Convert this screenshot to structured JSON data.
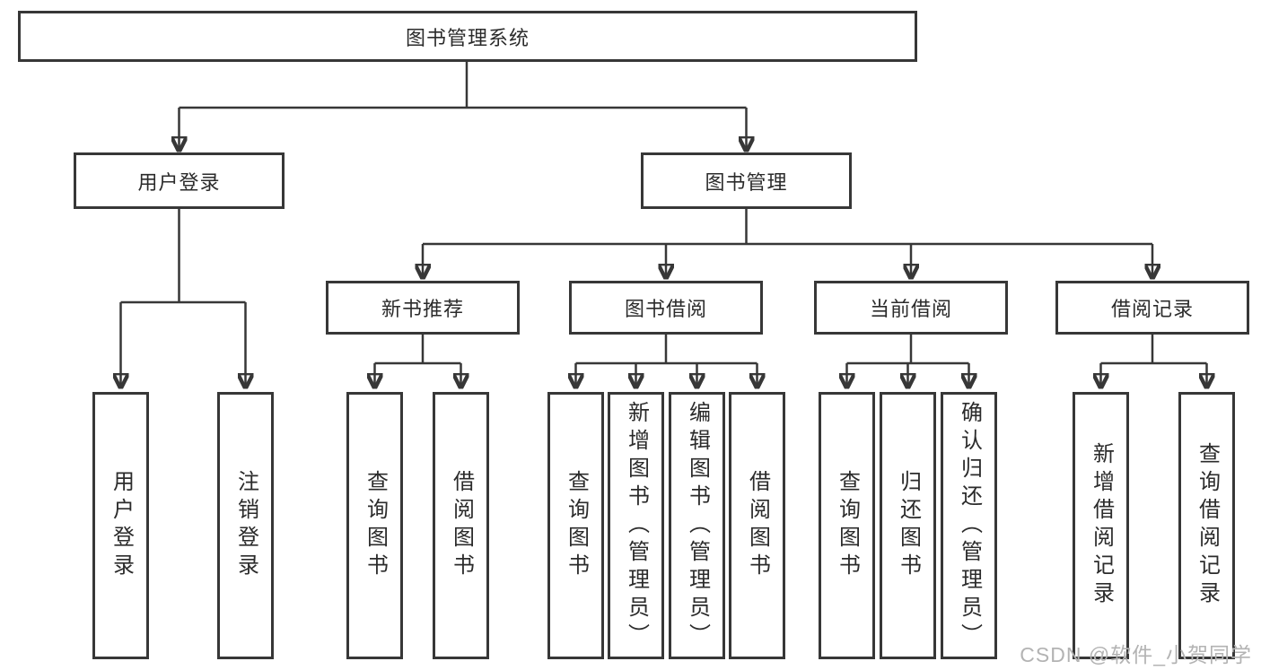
{
  "diagram_type": "feature-tree",
  "colors": {
    "line": "#373737",
    "box_border": "#373737",
    "box_fill": "#ffffff",
    "text": "#2b2b2b",
    "watermark": "#b3b3b3",
    "background": "#ffffff"
  },
  "tree": {
    "label": "图书管理系统",
    "children": [
      {
        "label": "用户登录",
        "children": [
          {
            "label": "用户登录"
          },
          {
            "label": "注销登录"
          }
        ]
      },
      {
        "label": "图书管理",
        "children": [
          {
            "label": "新书推荐",
            "children": [
              {
                "label": "查询图书"
              },
              {
                "label": "借阅图书"
              }
            ]
          },
          {
            "label": "图书借阅",
            "children": [
              {
                "label": "查询图书"
              },
              {
                "label": "新增图书（管理员）"
              },
              {
                "label": "编辑图书（管理员）"
              },
              {
                "label": "借阅图书"
              }
            ]
          },
          {
            "label": "当前借阅",
            "children": [
              {
                "label": "查询图书"
              },
              {
                "label": "归还图书"
              },
              {
                "label": "确认归还（管理员）"
              }
            ]
          },
          {
            "label": "借阅记录",
            "children": [
              {
                "label": "新增借阅记录"
              },
              {
                "label": "查询借阅记录"
              }
            ]
          }
        ]
      }
    ]
  },
  "watermark": {
    "text": "CSDN @软件_小贺同学"
  }
}
